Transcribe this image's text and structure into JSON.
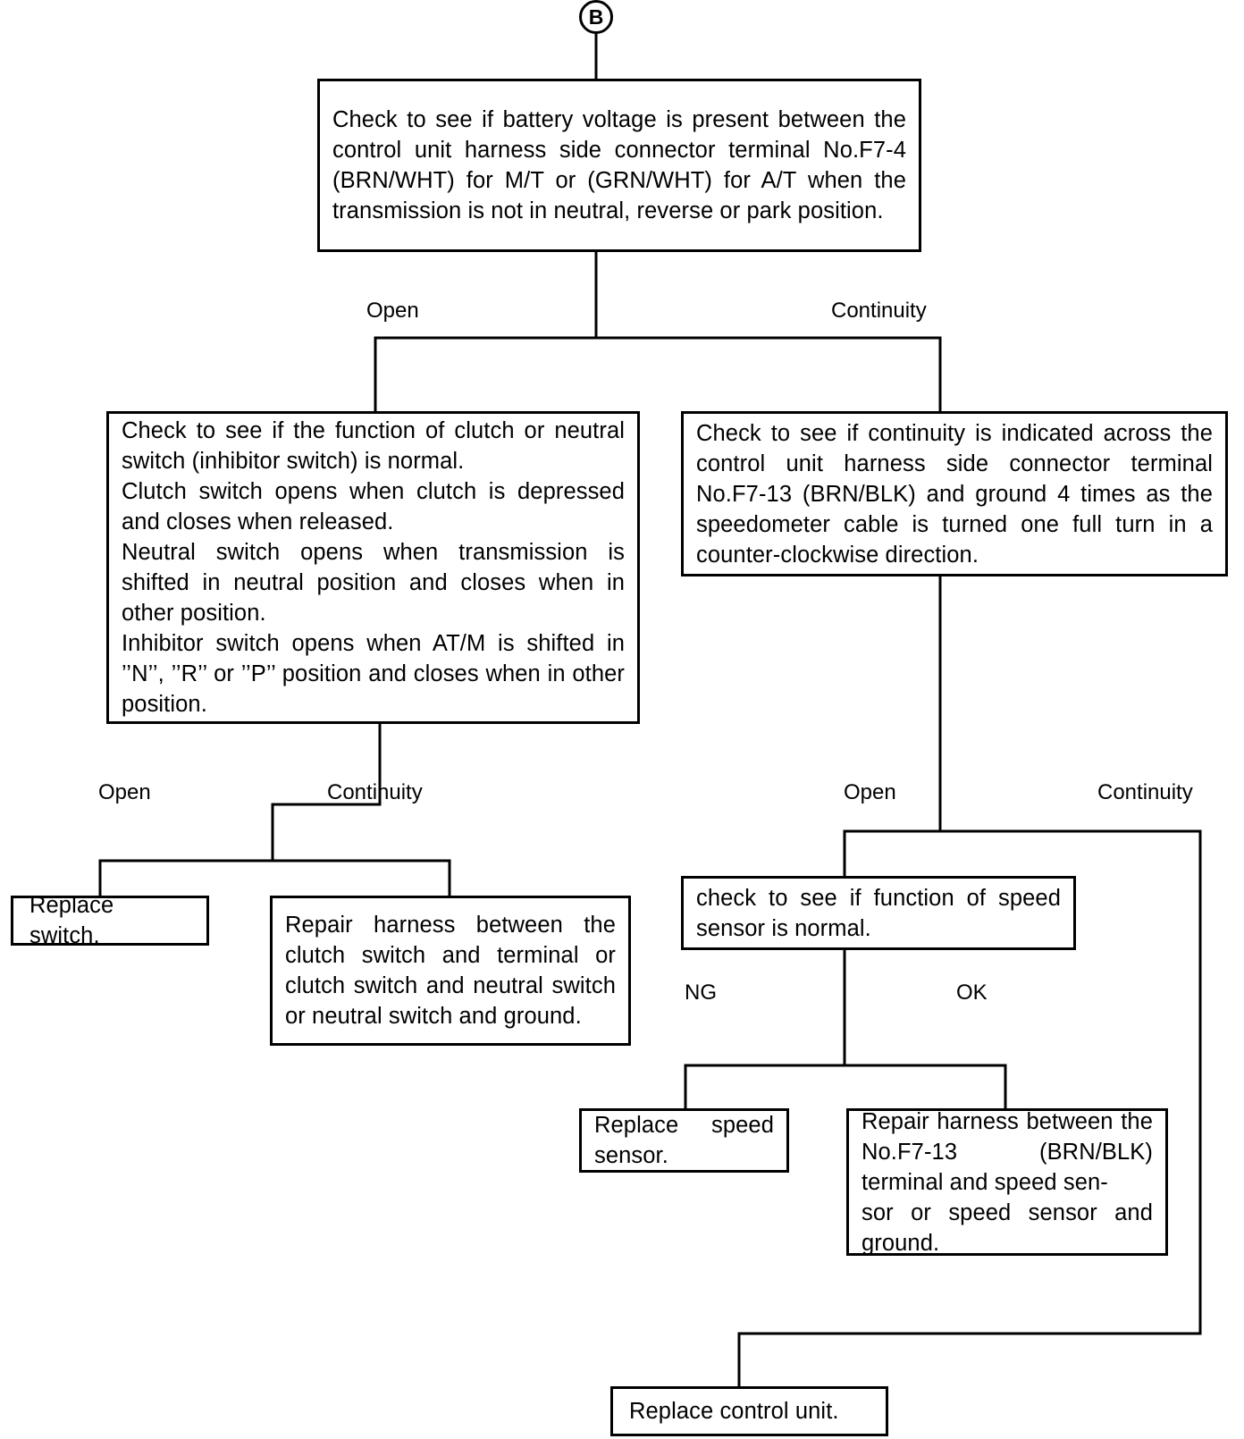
{
  "diagram": {
    "title": "Troubleshooting flow chart",
    "entry_terminal": {
      "label": "B",
      "name": "connector-b"
    },
    "line_color": "#000000",
    "background": "#ffffff",
    "nodes": {
      "check_battery_voltage": "Check to see if battery voltage is present between the control unit harness side connector terminal No.F7-4 (BRN/WHT) for M/T or (GRN/WHT) for A/T when the transmission is not in neutral, reverse or park position.",
      "check_clutch_neutral_switch": "Check to see if the function of clutch or neutral switch (inhibitor switch) is normal.\nClutch switch opens when clutch is depressed and closes when released.\nNeutral switch opens when transmission is shifted in neutral position and closes when in other position.\nInhibitor switch opens when AT/M is shifted in ’’N’’, ’’R’’ or ’’P’’ position and closes when in other position.",
      "check_continuity_f7_13": "Check to see if continuity is indicated across the control unit harness side connector terminal No.F7-13 (BRN/BLK) and ground 4 times as the speedometer cable is turned one full turn in a counter-clockwise direction.",
      "replace_switch": "Replace switch.",
      "repair_harness_clutch": "Repair harness between the clutch switch and terminal or clutch switch and neutral switch or neutral switch and ground.",
      "check_speed_sensor": "check to see if function of speed sensor is normal.",
      "replace_speed_sensor": "Replace speed sensor.",
      "repair_harness_speed_sensor": "Repair harness between the No.F7-13 (BRN/BLK) terminal and speed sen-\nsor or speed sensor and ground.",
      "replace_control_unit": "Replace control unit."
    },
    "edge_labels": {
      "battery_open": "Open",
      "battery_continuity": "Continuity",
      "switch_open": "Open",
      "switch_continuity": "Continuity",
      "f7_13_open": "Open",
      "f7_13_continuity": "Continuity",
      "speed_sensor_ng": "NG",
      "speed_sensor_ok": "OK"
    }
  }
}
